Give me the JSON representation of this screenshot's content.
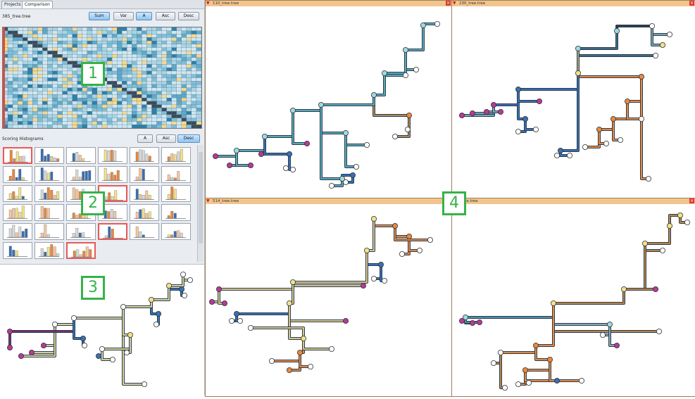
{
  "left_panel": {
    "tabs": [
      {
        "label": "Projects"
      },
      {
        "label": "Comparison"
      }
    ],
    "matrix_label": "385_tree.tree",
    "matrix_buttons": [
      {
        "label": "Sum"
      },
      {
        "label": "Var"
      },
      {
        "label": "A"
      },
      {
        "label": "Asc"
      },
      {
        "label": "Desc"
      }
    ],
    "histograms_label": "Scoring Histograms",
    "hist_buttons": [
      {
        "label": "A"
      },
      {
        "label": "Asc"
      },
      {
        "label": "Desc"
      }
    ]
  },
  "panes": {
    "top_left": {
      "title": "110_tree.tree"
    },
    "top_right": {
      "title": "230_tree.tree"
    },
    "bottom_left": {
      "title": "514_tree.tree"
    },
    "bottom_right": {
      "title": "_tree.tree"
    }
  },
  "callouts": [
    "1",
    "2",
    "3",
    "4"
  ],
  "colors": {
    "matrix_light": "#cfe7f2",
    "matrix_mid": "#7fbfd8",
    "matrix_dark": "#2f7fa6",
    "matrix_yellow": "#f6d98a",
    "tree_cyan": "#9fd9e2",
    "tree_blue": "#3a6fb4",
    "tree_purple": "#b7399a",
    "tree_yellow": "#f1e28a",
    "tree_orange": "#e88940",
    "pane_title": "#f2c58c",
    "callout": "#36b24a"
  }
}
